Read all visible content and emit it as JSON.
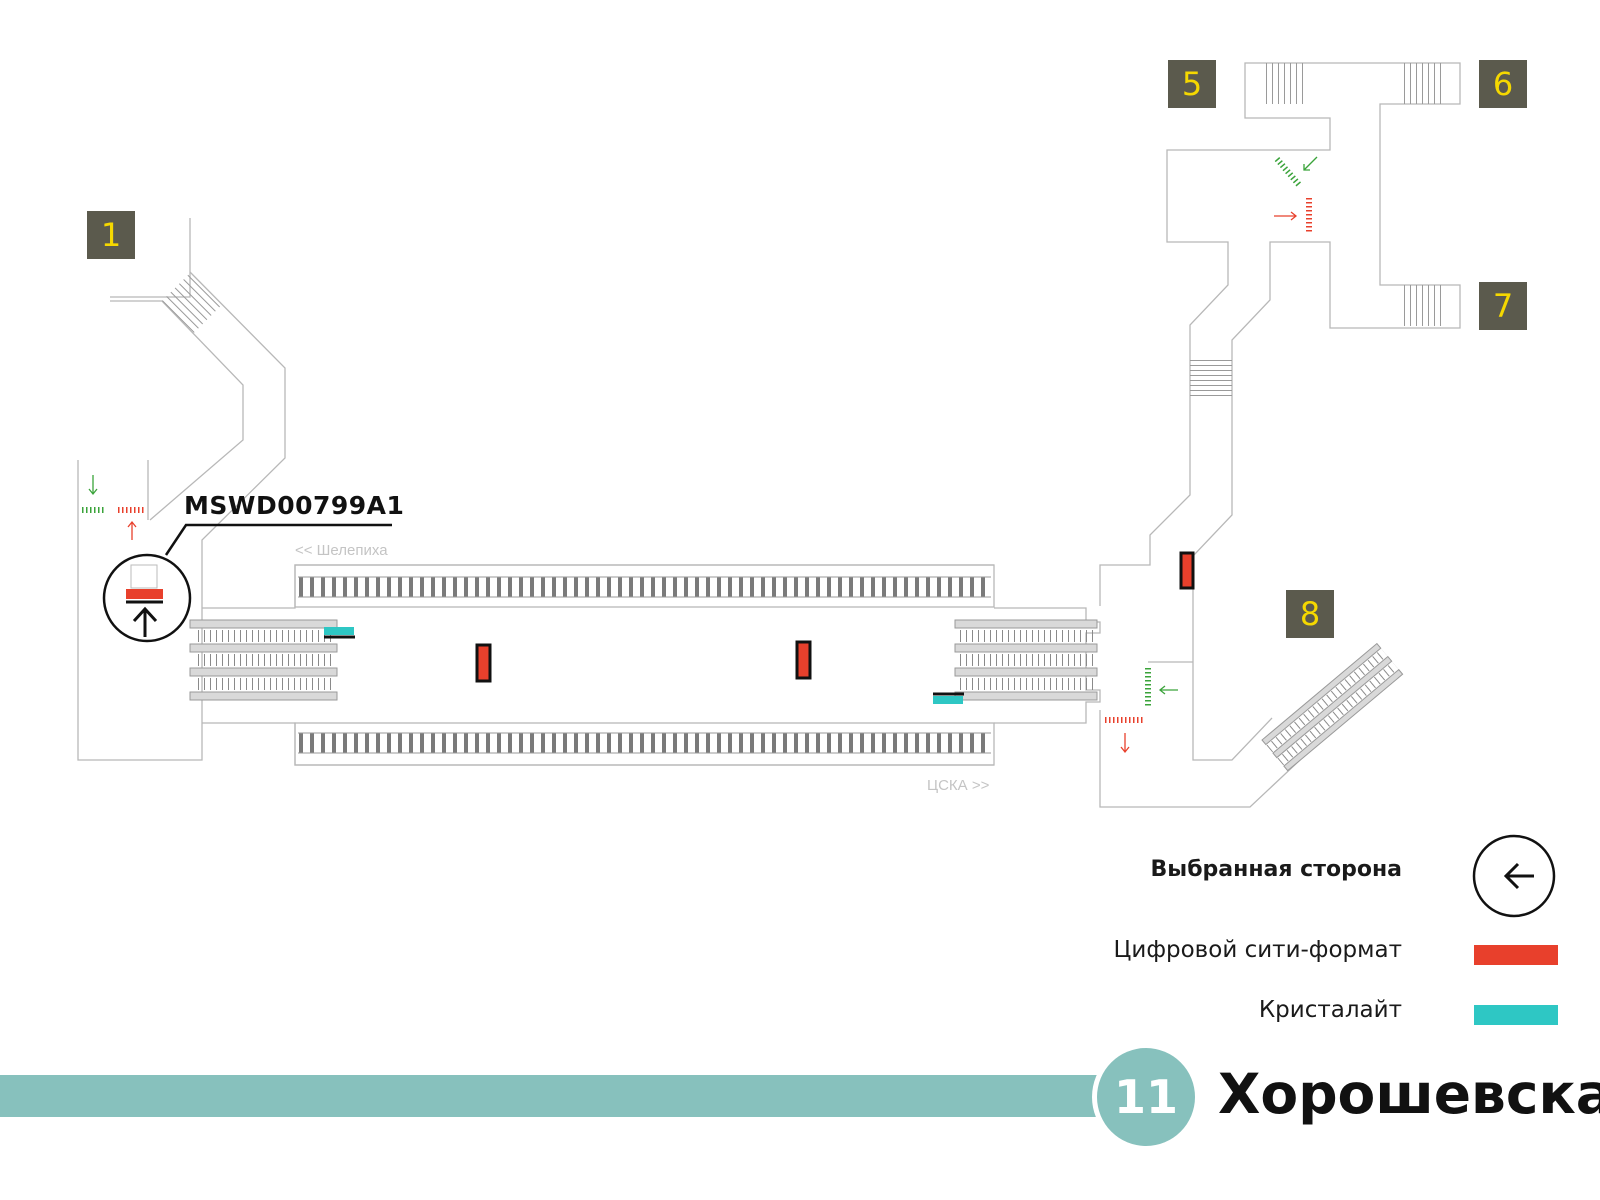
{
  "station": {
    "line_number": "11",
    "name": "Хорошевская",
    "line_color": "#87c1bd"
  },
  "panel": {
    "id": "MSWD00799A1"
  },
  "directions": {
    "left": "<< Шелепиха",
    "right": "ЦСКА >>"
  },
  "exits": [
    {
      "number": "1"
    },
    {
      "number": "5"
    },
    {
      "number": "6"
    },
    {
      "number": "7"
    },
    {
      "number": "8"
    }
  ],
  "legend": {
    "selected_side": "Выбранная сторона",
    "digital_city_format": "Цифровой сити-формат",
    "crystallite": "Кристалайт"
  },
  "colors": {
    "digital_city_format": "#e8402c",
    "crystallite": "#2ec7c4",
    "exit_badge_bg": "#5b5a4d",
    "exit_badge_text": "#f5d800",
    "entry_arrow": "#3aa33a",
    "exit_arrow": "#e8402c",
    "walls": "#b8b8b8"
  },
  "icons": {
    "selected_side": "arrow-left-circle-icon",
    "panel_marker": "arrow-up-circle-icon"
  }
}
